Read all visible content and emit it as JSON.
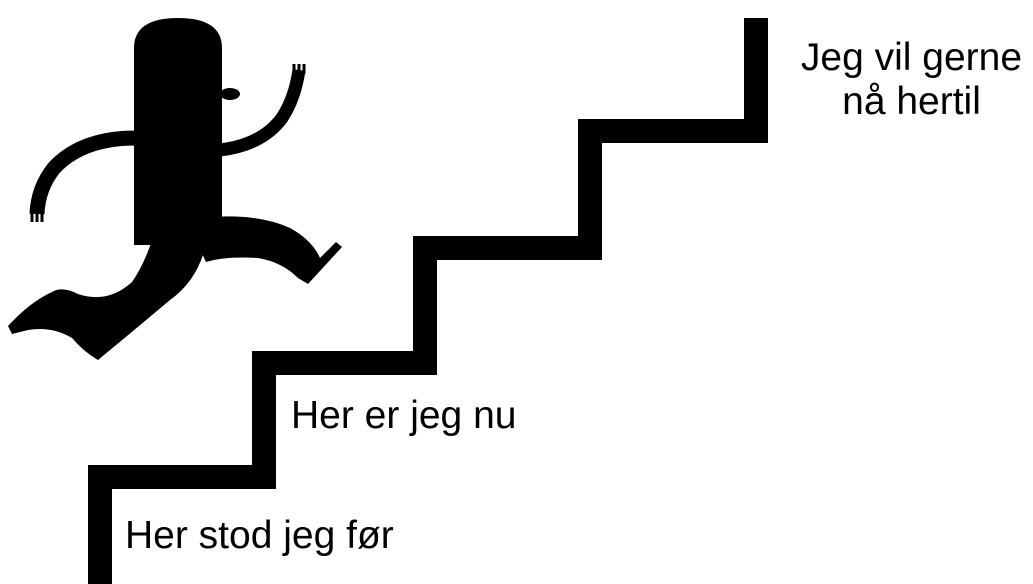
{
  "labels": {
    "goal_line1": "Jeg vil gerne",
    "goal_line2": "nå hertil",
    "now": "Her er jeg nu",
    "before": "Her stod jeg før"
  },
  "icons": {
    "figure": "running-person-icon",
    "staircase": "staircase-icon"
  },
  "colors": {
    "ink": "#000000",
    "background": "#ffffff"
  }
}
